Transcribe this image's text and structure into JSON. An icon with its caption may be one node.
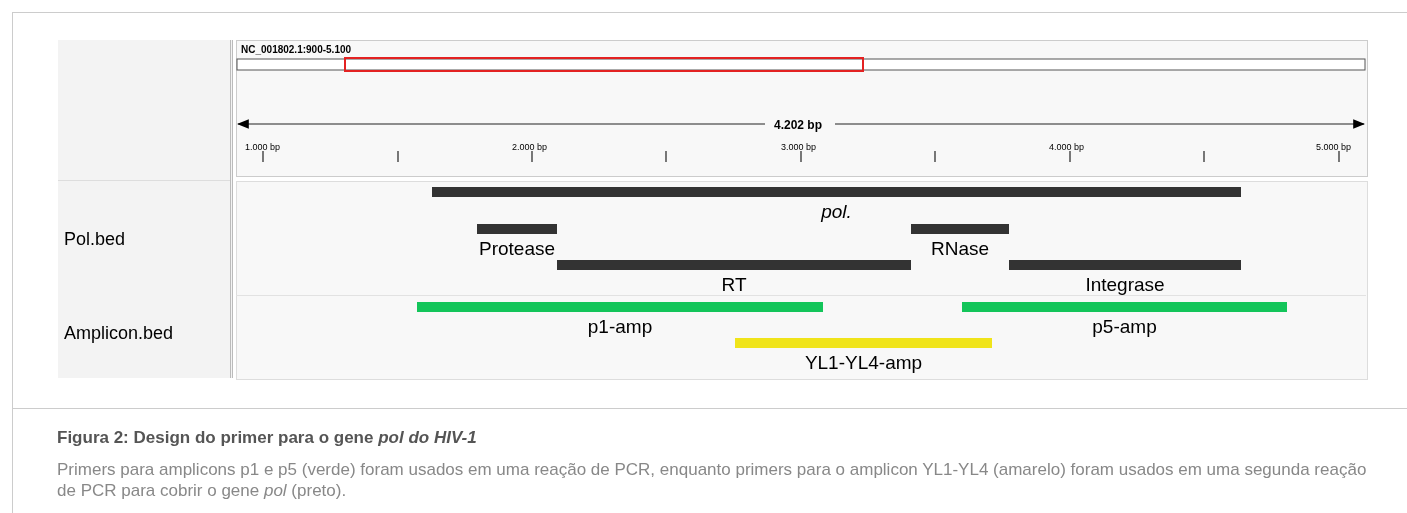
{
  "diagram": {
    "title": "Figura 2: Design do primer para o gene *pol do HIV-1*",
    "caption": "Primers para amplicons p1 e p5 (verde) foram usados em uma reação de PCR, enquanto primers para o amplicon YL1-YL4 (amarelo) foram usados em uma segunda reação de PCR para cobrir o gene *pol* (preto).",
    "nodes": [
      {
        "text": [
          "pol."
        ]
      },
      {
        "text": [
          "Protease"
        ]
      },
      {
        "text": [
          "RNase"
        ]
      },
      {
        "text": [
          "RT"
        ]
      },
      {
        "text": [
          "Integrase"
        ]
      },
      {
        "text": [
          "p1-amp"
        ]
      },
      {
        "text": [
          "p5-amp"
        ]
      },
      {
        "text": [
          "YL1-YL4-amp"
        ]
      }
    ],
    "edges": [],
    "labels": [
      "NC_001802.1:900-5.100",
      "4.202 bp",
      "1.000 bp",
      "2.000 bp",
      "3.000 bp",
      "4.000 bp",
      "5.000 bp",
      "Pol.bed",
      "Amplicon.bed"
    ]
  }
}
